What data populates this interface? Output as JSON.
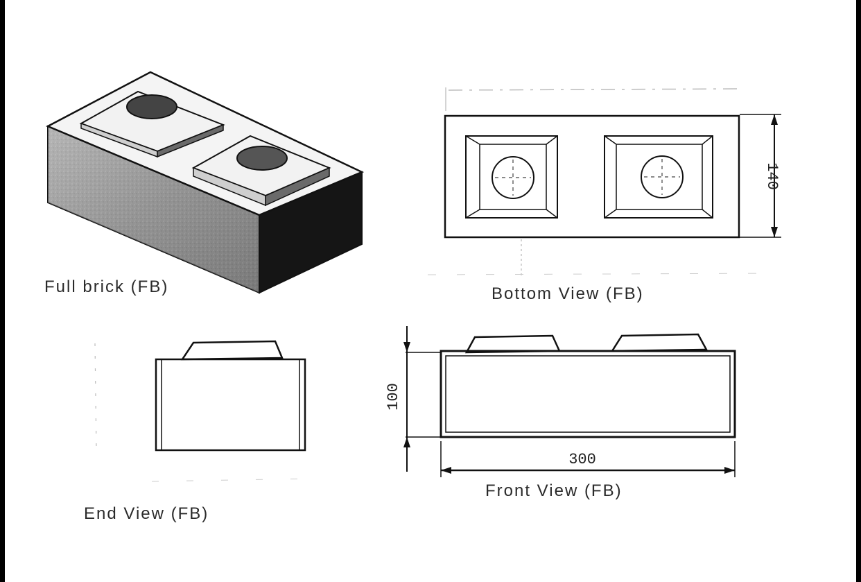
{
  "views": {
    "full_brick": {
      "caption": "Full brick (FB)"
    },
    "bottom_view": {
      "caption": "Bottom View (FB)",
      "dimension_height": "140"
    },
    "end_view": {
      "caption": "End View (FB)"
    },
    "front_view": {
      "caption": "Front View (FB)",
      "dimension_height": "100",
      "dimension_length": "300"
    }
  }
}
